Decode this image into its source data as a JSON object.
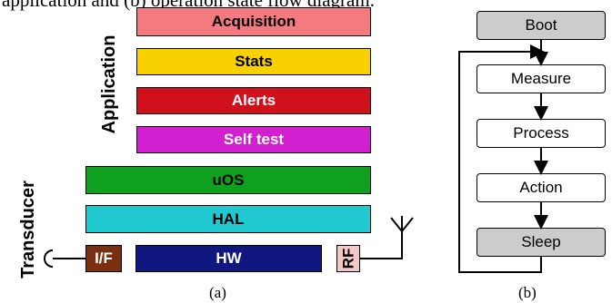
{
  "header_fragment": "application and (b) operation state flow diagram.",
  "panel_a": {
    "caption": "(a)",
    "application_label": "Application",
    "transducer_label": "Transducer",
    "layers": [
      {
        "label": "Acquisition",
        "fill": "#f47a80",
        "text_color": "#000000"
      },
      {
        "label": "Stats",
        "fill": "#f9d000",
        "text_color": "#000000"
      },
      {
        "label": "Alerts",
        "fill": "#d0101a",
        "text_color": "#ffffff"
      },
      {
        "label": "Self test",
        "fill": "#d020d0",
        "text_color": "#ffffff"
      },
      {
        "label": "uOS",
        "fill": "#10a020",
        "text_color": "#000000"
      },
      {
        "label": "HAL",
        "fill": "#20c8d0",
        "text_color": "#000000"
      },
      {
        "label": "HW",
        "fill": "#101880",
        "text_color": "#ffffff"
      }
    ],
    "if_block": {
      "label": "I/F",
      "fill": "#7a3010",
      "text_color": "#ffffff"
    },
    "rf_block": {
      "label": "RF",
      "fill": "#f4c8c8",
      "text_color": "#000000"
    }
  },
  "panel_b": {
    "caption": "(b)",
    "states": [
      {
        "label": "Boot",
        "style": "gray"
      },
      {
        "label": "Measure",
        "style": "white"
      },
      {
        "label": "Process",
        "style": "white"
      },
      {
        "label": "Action",
        "style": "white"
      },
      {
        "label": "Sleep",
        "style": "gray"
      }
    ]
  }
}
